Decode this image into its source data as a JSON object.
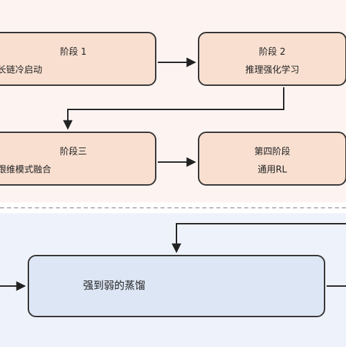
{
  "nodes": {
    "stage1": {
      "title": "阶段 1",
      "subtitle": "长链冷启动"
    },
    "stage2": {
      "title": "阶段 2",
      "subtitle": "推理强化学习"
    },
    "stage3": {
      "title": "阶段三",
      "subtitle": "跟维模式融合"
    },
    "stage4": {
      "title": "第四阶段",
      "subtitle": "通用RL"
    },
    "distill": {
      "title": "强到弱的蒸馏"
    }
  },
  "colors": {
    "top_region": "#fdf4f2",
    "bottom_region": "#eef2fa",
    "stage_box": "#f8dfd0",
    "distill_box": "#dce6f4",
    "border": "#333333"
  }
}
